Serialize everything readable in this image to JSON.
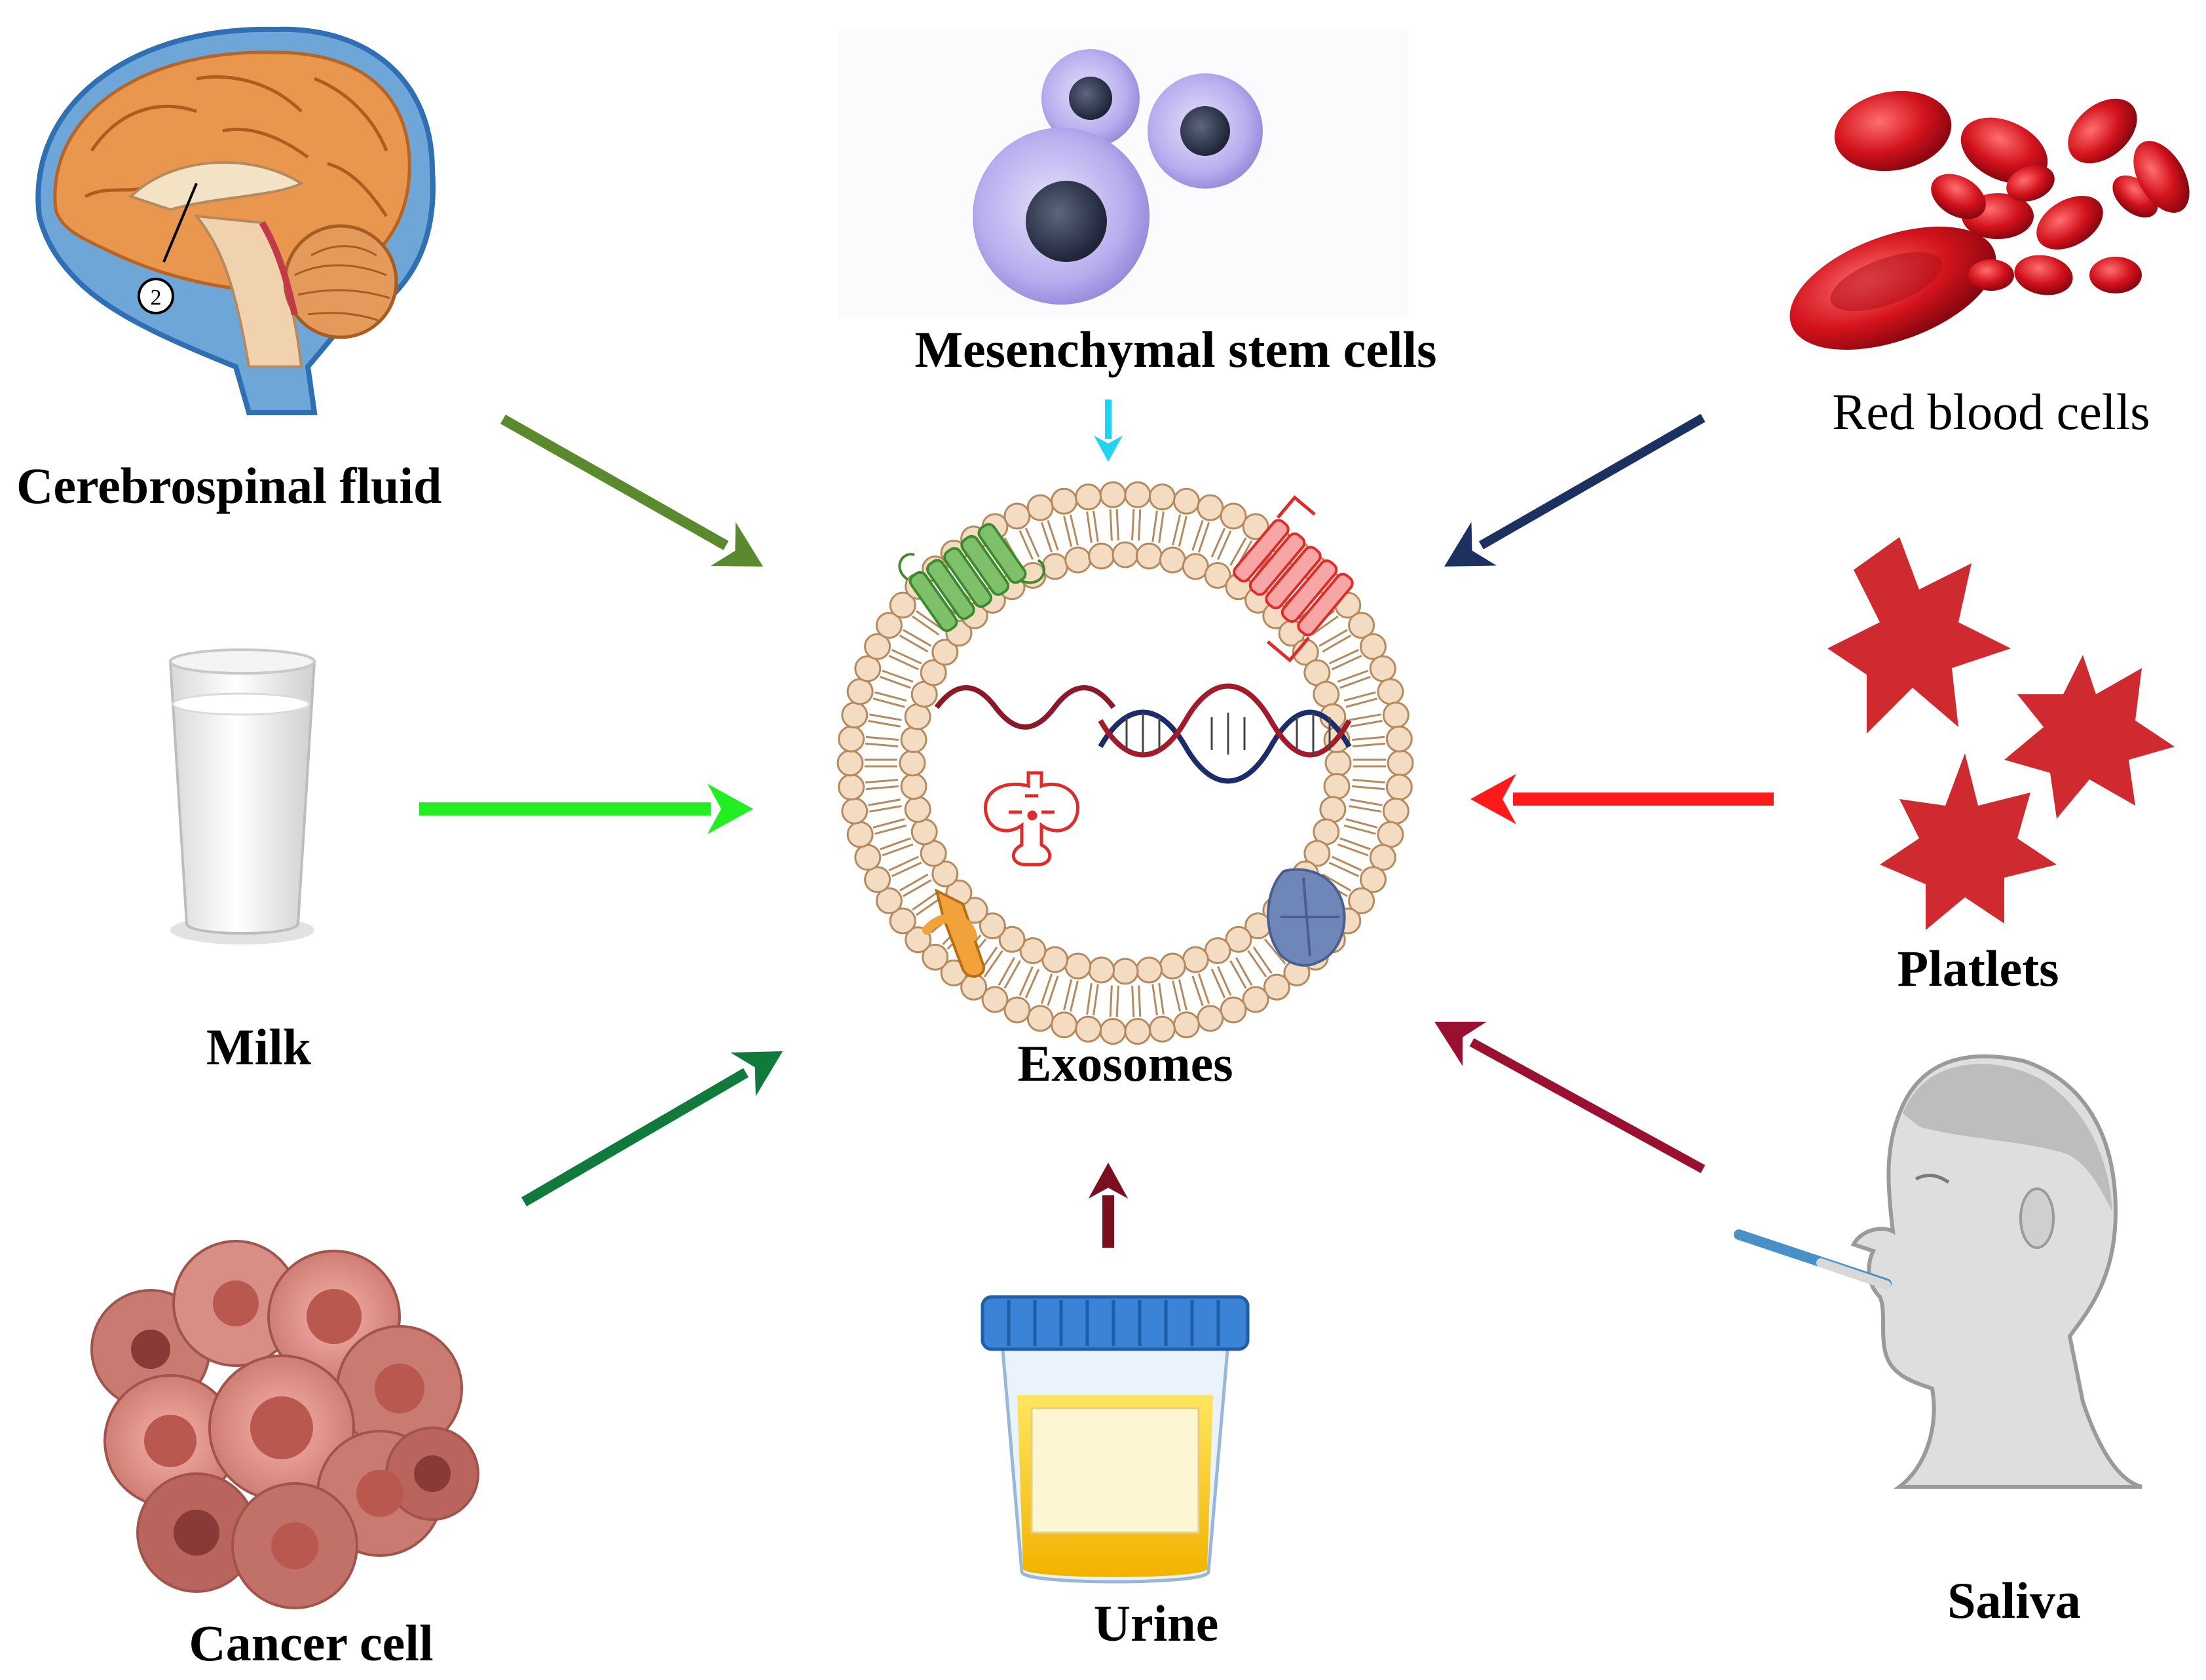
{
  "center": {
    "label": "Exosomes"
  },
  "sources": {
    "csf": {
      "label": "Cerebrospinal fluid",
      "arrow_color": "#5b8a2e",
      "icon": "brain-icon"
    },
    "msc": {
      "label": "Mesenchymal stem cells",
      "arrow_color": "#22d3f0",
      "icon": "stem-cells-icon"
    },
    "rbc": {
      "label": "Red blood cells",
      "arrow_color": "#1c3160",
      "icon": "red-blood-cells-icon"
    },
    "milk": {
      "label": "Milk",
      "arrow_color": "#22ee22",
      "icon": "milk-glass-icon"
    },
    "platelets": {
      "label": "Platlets",
      "arrow_color": "#ff1a1a",
      "icon": "platelets-icon"
    },
    "cancer": {
      "label": "Cancer cell",
      "arrow_color": "#107a3c",
      "icon": "cancer-cells-icon"
    },
    "urine": {
      "label": "Urine",
      "arrow_color": "#7a0f1f",
      "icon": "urine-cup-icon"
    },
    "saliva": {
      "label": "Saliva",
      "arrow_color": "#9a1030",
      "icon": "saliva-collection-icon"
    }
  },
  "brain_marker": "2"
}
